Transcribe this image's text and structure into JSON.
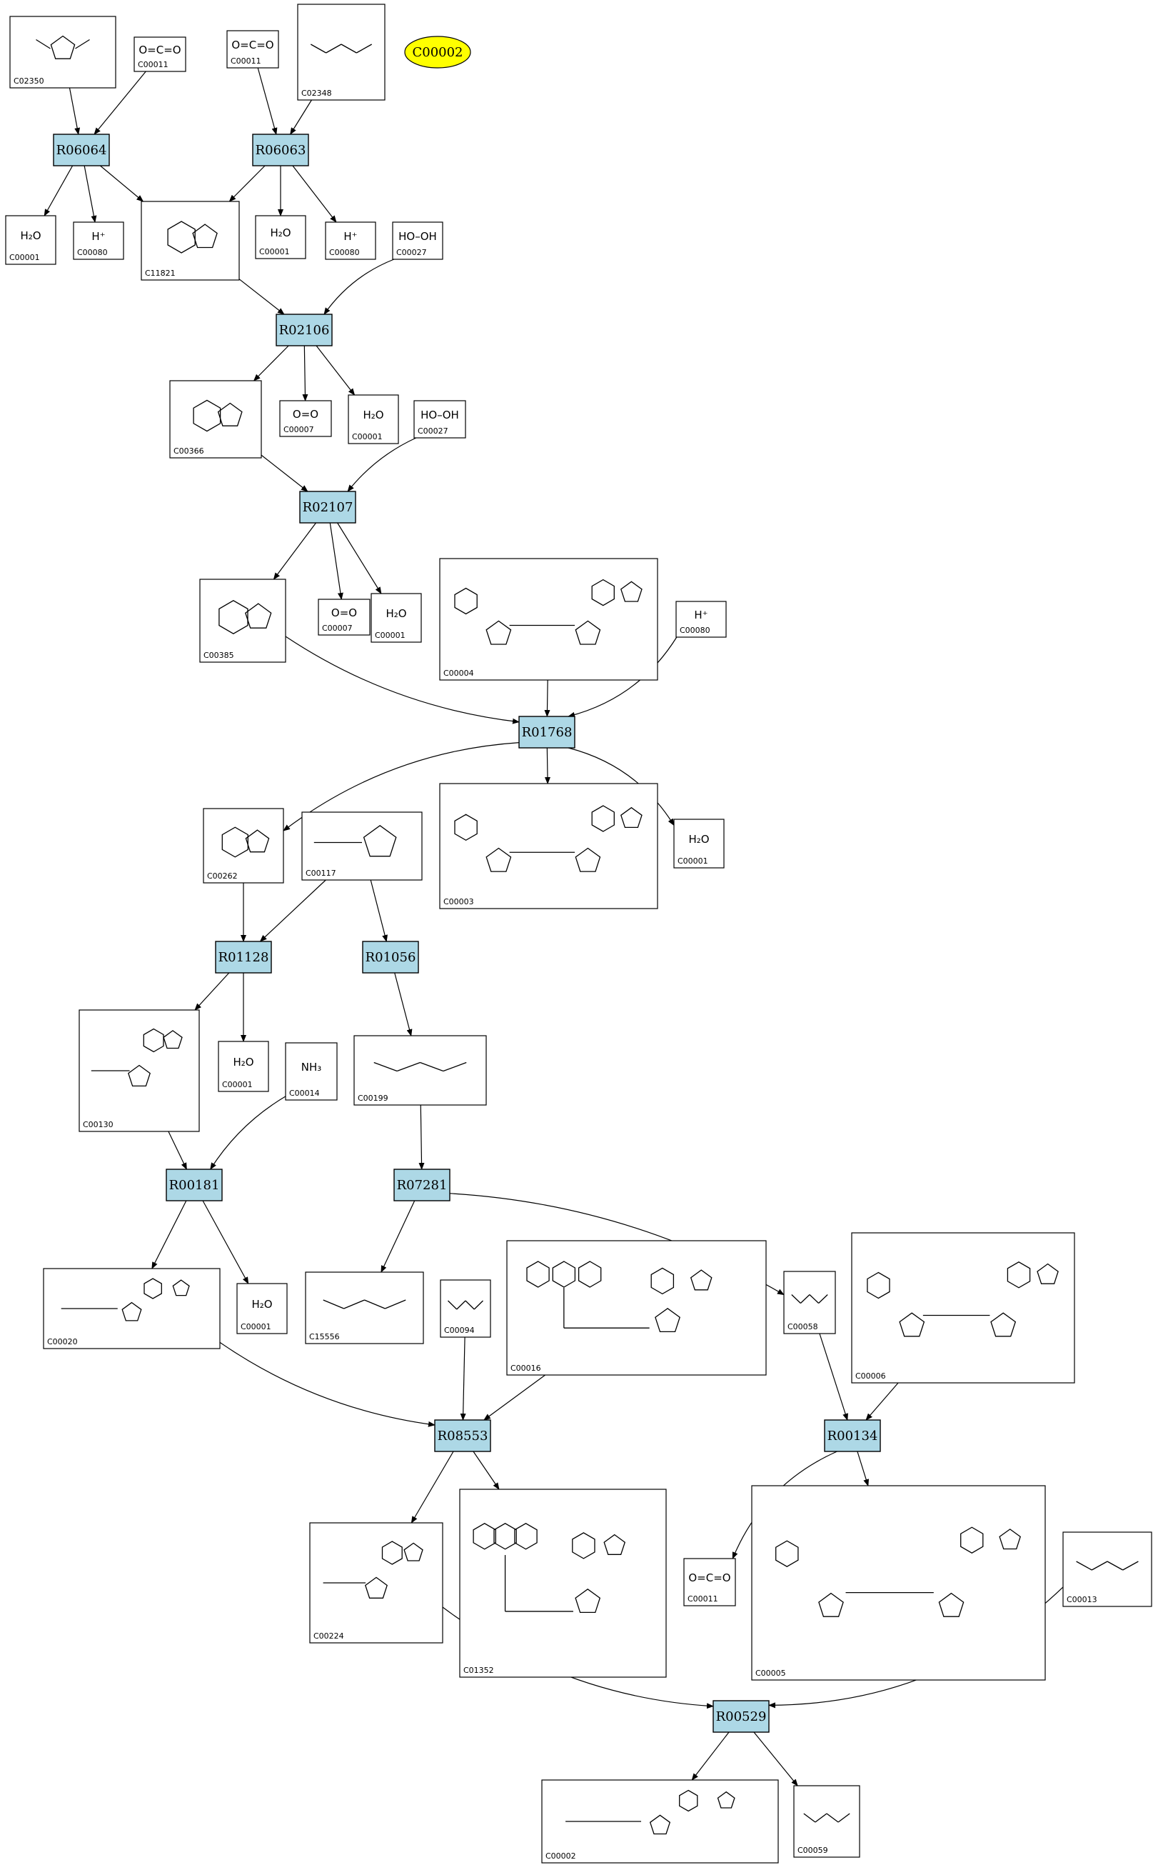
{
  "highlight": {
    "id": "C00002",
    "fill": "#ffff00"
  },
  "colors": {
    "reaction_fill": "#add8e6",
    "compound_fill": "#ffffff",
    "edge": "#000000"
  },
  "reactions": [
    {
      "id": "R06064"
    },
    {
      "id": "R06063"
    },
    {
      "id": "R02106"
    },
    {
      "id": "R02107"
    },
    {
      "id": "R01768"
    },
    {
      "id": "R01128"
    },
    {
      "id": "R01056"
    },
    {
      "id": "R00181"
    },
    {
      "id": "R07281"
    },
    {
      "id": "R08553"
    },
    {
      "id": "R00134"
    },
    {
      "id": "R00529"
    }
  ],
  "compounds": [
    {
      "key": "c02350",
      "id": "C02350",
      "formula": "",
      "structure": "ring-small"
    },
    {
      "key": "c00011a",
      "id": "C00011",
      "formula": "O=C=O",
      "structure": "co2"
    },
    {
      "key": "c00011b",
      "id": "C00011",
      "formula": "O=C=O",
      "structure": "co2"
    },
    {
      "key": "c02348",
      "id": "C02348",
      "formula": "",
      "structure": "chain"
    },
    {
      "key": "c00001a",
      "id": "C00001",
      "formula": "H₂O",
      "structure": "water"
    },
    {
      "key": "c00080a",
      "id": "C00080",
      "formula": "H⁺",
      "structure": "text"
    },
    {
      "key": "c11821",
      "id": "C11821",
      "formula": "",
      "structure": "purine"
    },
    {
      "key": "c00001b",
      "id": "C00001",
      "formula": "H₂O",
      "structure": "water"
    },
    {
      "key": "c00080b",
      "id": "C00080",
      "formula": "H⁺",
      "structure": "text"
    },
    {
      "key": "c00027a",
      "id": "C00027",
      "formula": "HO–OH",
      "structure": "text"
    },
    {
      "key": "c00366",
      "id": "C00366",
      "formula": "",
      "structure": "purine"
    },
    {
      "key": "c00007a",
      "id": "C00007",
      "formula": "O=O",
      "structure": "text"
    },
    {
      "key": "c00001c",
      "id": "C00001",
      "formula": "H₂O",
      "structure": "water"
    },
    {
      "key": "c00027b",
      "id": "C00027",
      "formula": "HO–OH",
      "structure": "text"
    },
    {
      "key": "c00385",
      "id": "C00385",
      "formula": "",
      "structure": "purine"
    },
    {
      "key": "c00007b",
      "id": "C00007",
      "formula": "O=O",
      "structure": "text"
    },
    {
      "key": "c00001d",
      "id": "C00001",
      "formula": "H₂O",
      "structure": "water"
    },
    {
      "key": "c00004",
      "id": "C00004",
      "formula": "",
      "structure": "dinucleotide"
    },
    {
      "key": "c00080c",
      "id": "C00080",
      "formula": "H⁺",
      "structure": "text"
    },
    {
      "key": "c00262",
      "id": "C00262",
      "formula": "",
      "structure": "purine"
    },
    {
      "key": "c00117",
      "id": "C00117",
      "formula": "",
      "structure": "sugarphosphate"
    },
    {
      "key": "c00003",
      "id": "C00003",
      "formula": "",
      "structure": "dinucleotide"
    },
    {
      "key": "c00001e",
      "id": "C00001",
      "formula": "H₂O",
      "structure": "water"
    },
    {
      "key": "c00130",
      "id": "C00130",
      "formula": "",
      "structure": "nucleotide"
    },
    {
      "key": "c00001f",
      "id": "C00001",
      "formula": "H₂O",
      "structure": "water"
    },
    {
      "key": "c00014",
      "id": "C00014",
      "formula": "NH₃",
      "structure": "text"
    },
    {
      "key": "c00199",
      "id": "C00199",
      "formula": "",
      "structure": "chain"
    },
    {
      "key": "c00020",
      "id": "C00020",
      "formula": "",
      "structure": "nucleotide"
    },
    {
      "key": "c00001g",
      "id": "C00001",
      "formula": "H₂O",
      "structure": "water"
    },
    {
      "key": "c15556",
      "id": "C15556",
      "formula": "",
      "structure": "chain"
    },
    {
      "key": "c00094",
      "id": "C00094",
      "formula": "",
      "structure": "chain"
    },
    {
      "key": "c00016",
      "id": "C00016",
      "formula": "",
      "structure": "flavin"
    },
    {
      "key": "c00058",
      "id": "C00058",
      "formula": "",
      "structure": "chain"
    },
    {
      "key": "c00006",
      "id": "C00006",
      "formula": "",
      "structure": "dinucleotide"
    },
    {
      "key": "c00224",
      "id": "C00224",
      "formula": "",
      "structure": "nucleotide"
    },
    {
      "key": "c01352",
      "id": "C01352",
      "formula": "",
      "structure": "flavin"
    },
    {
      "key": "c00011c",
      "id": "C00011",
      "formula": "O=C=O",
      "structure": "co2"
    },
    {
      "key": "c00005",
      "id": "C00005",
      "formula": "",
      "structure": "dinucleotide"
    },
    {
      "key": "c00013",
      "id": "C00013",
      "formula": "",
      "structure": "chain"
    },
    {
      "key": "c00002",
      "id": "C00002",
      "formula": "",
      "structure": "nucleotide"
    },
    {
      "key": "c00059",
      "id": "C00059",
      "formula": "",
      "structure": "chain"
    }
  ]
}
